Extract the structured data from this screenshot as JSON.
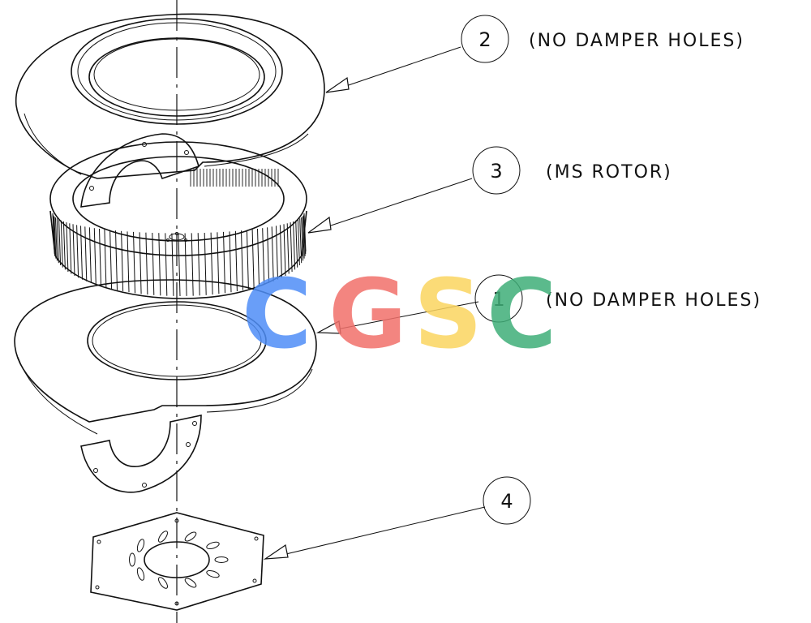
{
  "callouts": [
    {
      "number": "2",
      "note": "(NO DAMPER HOLES)"
    },
    {
      "number": "3",
      "note": "(MS ROTOR)"
    },
    {
      "number": "1",
      "note": "(NO DAMPER HOLES)"
    },
    {
      "number": "4",
      "note": ""
    }
  ],
  "watermark": {
    "letters": [
      "C",
      "G",
      "S",
      "C"
    ],
    "colors": [
      "#4f8ef7",
      "#f2706b",
      "#fbd560",
      "#3fae78"
    ]
  },
  "colors": {
    "line": "#111111",
    "background": "#ffffff"
  }
}
